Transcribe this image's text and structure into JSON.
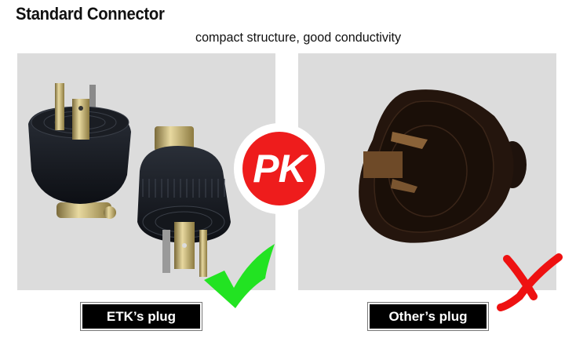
{
  "header": {
    "title": "Standard Connector",
    "subtitle": "compact structure, good conductivity"
  },
  "comparison": {
    "badge_text": "PK",
    "badge_color": "#ee1c1c",
    "left": {
      "label": "ETK’s plug",
      "verdict": "check-mark",
      "verdict_color": "#22e322"
    },
    "right": {
      "label": "Other’s plug",
      "verdict": "x-mark",
      "verdict_color": "#ee1111"
    }
  },
  "colors": {
    "panel_bg": "#dcdcdc",
    "label_bg": "#000000",
    "label_text": "#ffffff"
  }
}
